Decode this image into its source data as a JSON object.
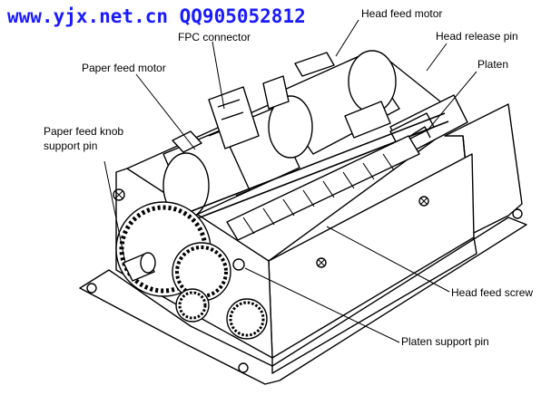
{
  "watermark": {
    "text": "www.yjx.net.cn QQ905052812",
    "color": "#1a1aff"
  },
  "labels": {
    "head_feed_motor": "Head feed motor",
    "fpc_connector": "FPC connector",
    "head_release_pin": "Head release pin",
    "platen": "Platen",
    "paper_feed_motor": "Paper feed motor",
    "paper_feed_knob_line1": "Paper feed knob",
    "paper_feed_knob_line2": "support pin",
    "head_feed_screw": "Head feed screw",
    "platen_support_pin": "Platen support pin"
  }
}
